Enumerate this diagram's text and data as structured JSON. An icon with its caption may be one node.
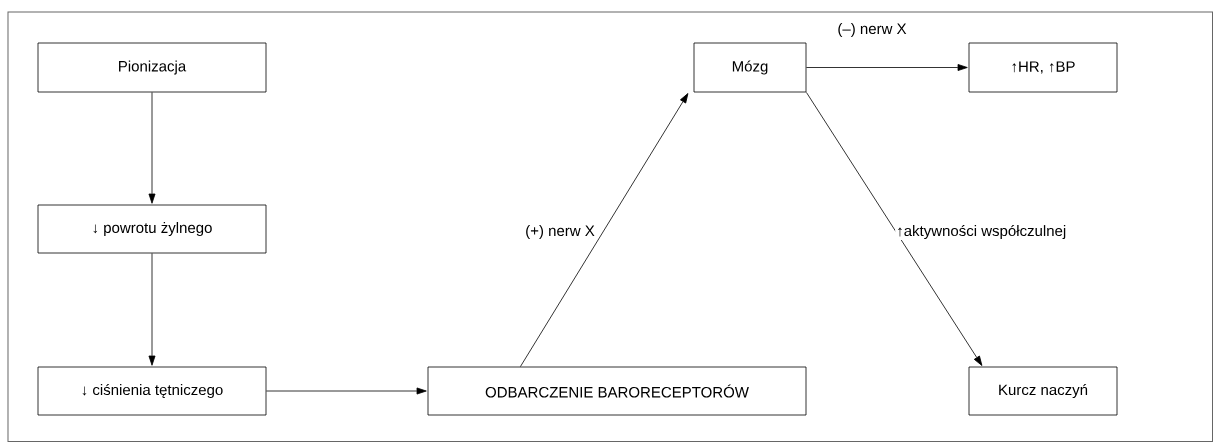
{
  "diagram": {
    "nodes": [
      {
        "text": [
          "Pionizacja"
        ]
      },
      {
        "text": [
          "↓ powrotu żylnego"
        ]
      },
      {
        "text": [
          "↓ ciśnienia tętniczego"
        ]
      },
      {
        "text": [
          "ODBARCZENIE BARORECEPTORÓW"
        ]
      },
      {
        "text": [
          "Mózg"
        ]
      },
      {
        "text": [
          "↑HR, ↑BP"
        ]
      },
      {
        "text": [
          "Kurcz naczyń"
        ]
      }
    ],
    "edges": [
      {
        "from": 0,
        "to": 1,
        "arrow": "to"
      },
      {
        "from": 1,
        "to": 2,
        "arrow": "to"
      },
      {
        "from": 2,
        "to": 3,
        "arrow": "to"
      },
      {
        "from": 3,
        "to": 4,
        "arrow": "to",
        "label": "(+) nerw X"
      },
      {
        "from": 4,
        "to": 5,
        "arrow": "to",
        "label": "(–) nerw X"
      },
      {
        "from": 4,
        "to": 6,
        "arrow": "to",
        "label": "↑aktywności współczulnej"
      }
    ]
  }
}
